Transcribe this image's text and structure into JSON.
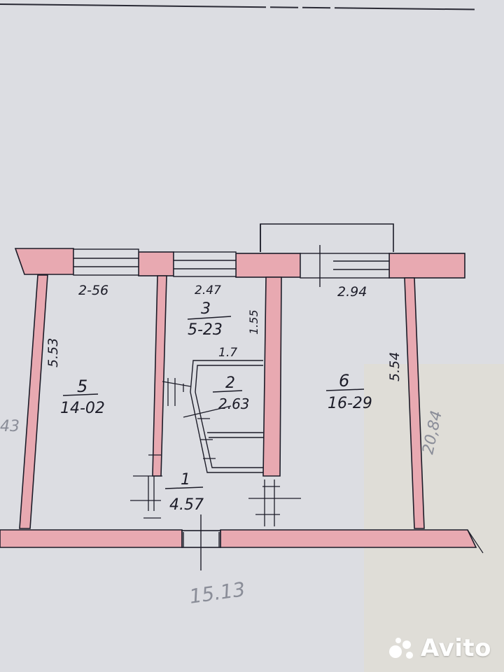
{
  "rooms": [
    {
      "number": "1",
      "area": "4.57"
    },
    {
      "number": "2",
      "area": "2.63"
    },
    {
      "number": "3",
      "area": "5-23"
    },
    {
      "number": "5",
      "area": "14-02"
    },
    {
      "number": "6",
      "area": "16-29"
    }
  ],
  "dimensions": {
    "room5_width": "2-56",
    "room3_width": "2.47",
    "room6_width": "2.94",
    "room5_height": "5.53",
    "room6_height": "5.54",
    "room3_side": "1.55",
    "room2_width": "1.7"
  },
  "pencil_notes": {
    "left_edge": "43",
    "right_total": "20,84",
    "bottom_total": "15.13"
  },
  "watermark": {
    "text": "Avito"
  },
  "colors": {
    "wall_fill": "#e8a9b1",
    "ink": "#1c1c28",
    "paper": "#dcdde2",
    "pencil": "#8a8d98"
  }
}
